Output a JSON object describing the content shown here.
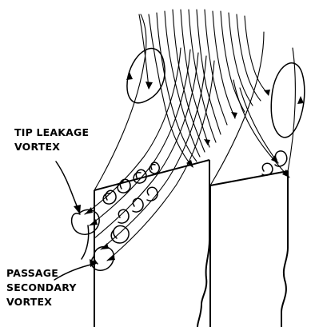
{
  "labels": {
    "tip_leakage_line1": "TIP LEAKAGE",
    "tip_leakage_line2": "VORTEX",
    "passage_line1": "PASSAGE",
    "passage_line2": "SECONDARY",
    "passage_line3": "VORTEX"
  }
}
